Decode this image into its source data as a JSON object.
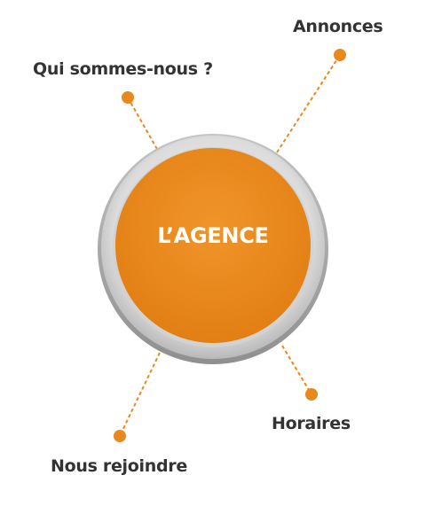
{
  "center": {
    "label": "L’AGENCE"
  },
  "branches": [
    {
      "key": "annonces",
      "label": "Annonces"
    },
    {
      "key": "qui",
      "label": "Qui sommes-nous ?"
    },
    {
      "key": "horaires",
      "label": "Horaires"
    },
    {
      "key": "nous",
      "label": "Nous rejoindre"
    }
  ],
  "colors": {
    "accent": "#e8891e",
    "ring": "#d8d8d8",
    "text": "#333333",
    "center_text": "#ffffff"
  }
}
